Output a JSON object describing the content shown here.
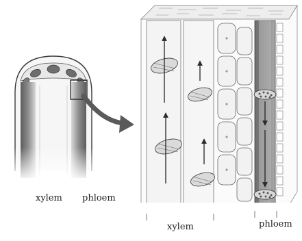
{
  "labels": {
    "stem_xylem": "xylem",
    "stem_phloem": "phloem",
    "detail_xylem": "xylem",
    "detail_phloem": "phloem"
  },
  "colors": {
    "ink": "#2a2a2a",
    "shade_dark": "#555555",
    "shade_mid": "#8a8a8a",
    "shade_light": "#c9c9c9",
    "phloem_fill": "#7a7a7a",
    "arrow": "#5a5a5a"
  }
}
